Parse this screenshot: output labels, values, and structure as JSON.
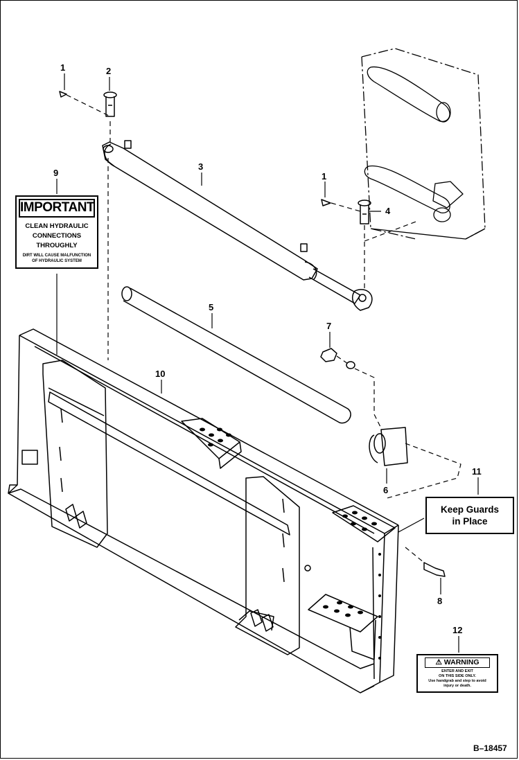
{
  "callouts": [
    {
      "id": "callout-1a",
      "text": "1"
    },
    {
      "id": "callout-2",
      "text": "2"
    },
    {
      "id": "callout-3",
      "text": "3"
    },
    {
      "id": "callout-1b",
      "text": "1"
    },
    {
      "id": "callout-4",
      "text": "4"
    },
    {
      "id": "callout-9",
      "text": "9"
    },
    {
      "id": "callout-5",
      "text": "5"
    },
    {
      "id": "callout-7",
      "text": "7"
    },
    {
      "id": "callout-10",
      "text": "10"
    },
    {
      "id": "callout-6",
      "text": "6"
    },
    {
      "id": "callout-11",
      "text": "11"
    },
    {
      "id": "callout-8",
      "text": "8"
    },
    {
      "id": "callout-12",
      "text": "12"
    }
  ],
  "decals": {
    "important": {
      "title": "IMPORTANT",
      "line1": "CLEAN HYDRAULIC",
      "line2": "CONNECTIONS",
      "line3": "THROUGHLY",
      "small1": "DIRT WILL CAUSE MALFUNCTION",
      "small2": "OF HYDRAULIC SYSTEM"
    },
    "keep_guards": {
      "line1": "Keep Guards",
      "line2": "in Place"
    },
    "warning": {
      "title": "WARNING",
      "line1": "ENTER AND EXIT",
      "line2": "ON THIS SIDE ONLY.",
      "line3": "Use handgrab and step to avoid",
      "line4": "injury or death."
    }
  },
  "figure_id": "B–18457",
  "icons": {
    "warning": "warning-triangle-icon"
  }
}
